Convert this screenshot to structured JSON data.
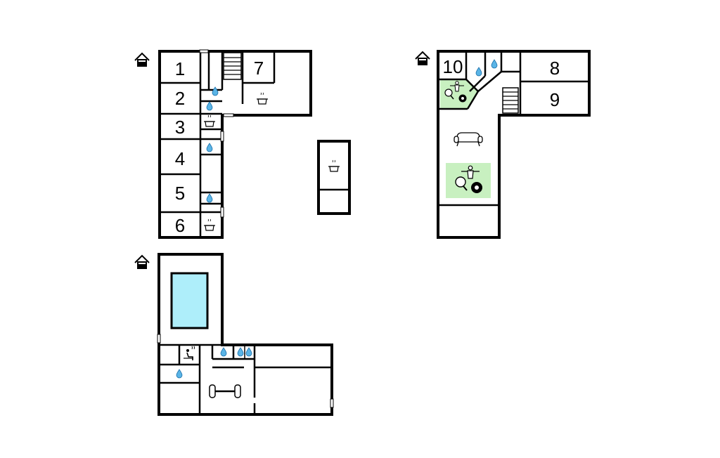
{
  "rooms": {
    "r1": "1",
    "r2": "2",
    "r3": "3",
    "r4": "4",
    "r5": "5",
    "r6": "6",
    "r7": "7",
    "r8": "8",
    "r9": "9",
    "r10": "10"
  },
  "icons": {
    "floor_marker": "house-floor-icon",
    "bathroom": "water-drop-icon",
    "kitchen": "cooking-pot-icon",
    "living": "sofa-icon",
    "recreation": "table-tennis-foosball-billiards-icon",
    "sauna": "sauna-icon",
    "fitness": "dumbbell-icon",
    "pool": "swimming-pool"
  },
  "colors": {
    "wall": "#000000",
    "pool": "#aeeefa",
    "activity_area": "#c8f0c0",
    "water": "#5ab4e6"
  }
}
